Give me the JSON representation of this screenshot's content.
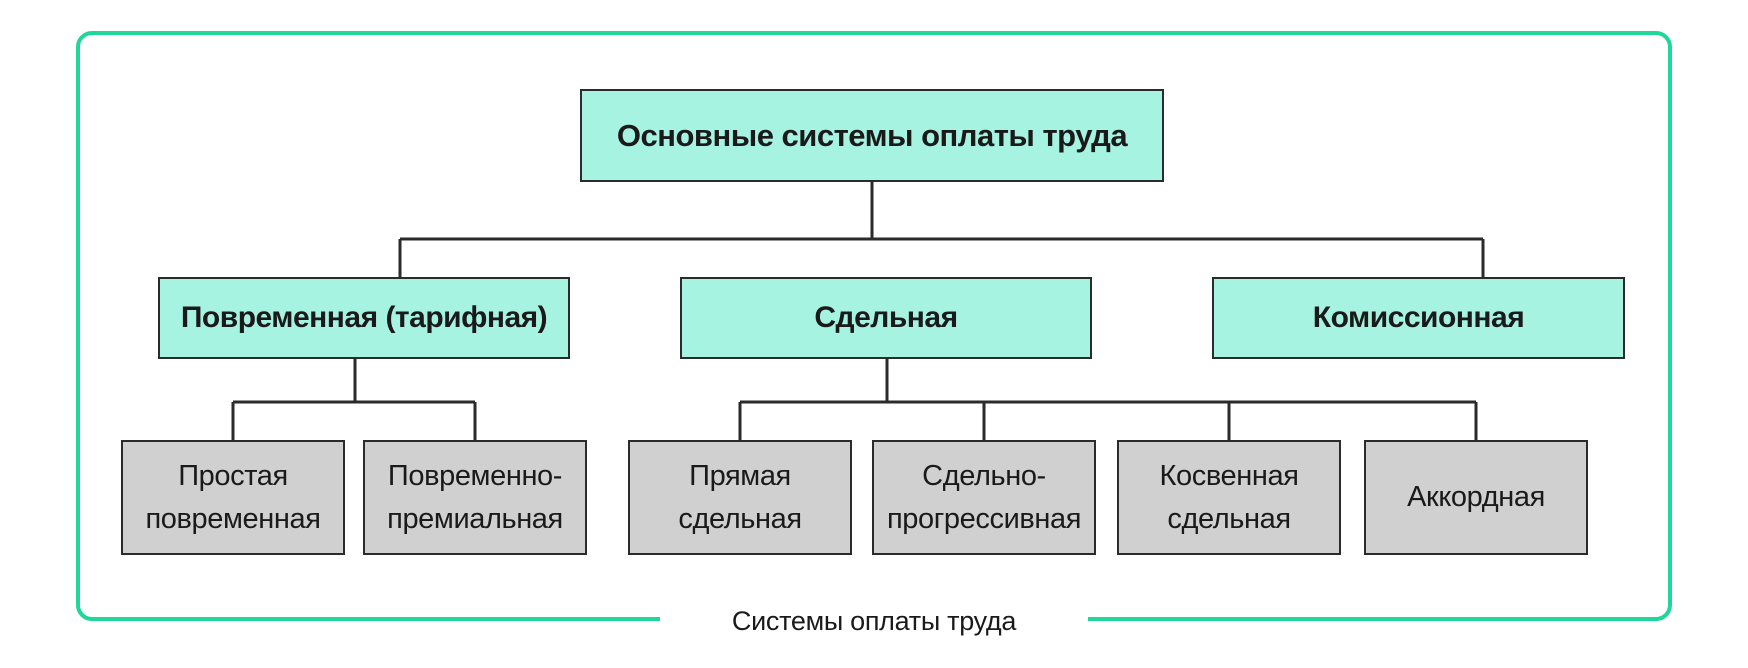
{
  "colors": {
    "frame": "#1fd69b",
    "category_fill": "#a6f3e1",
    "subtype_fill": "#d0d0d0",
    "border": "#2b2b2b",
    "connector": "#2b2b2b"
  },
  "diagram": {
    "root": {
      "label": "Основные системы оплаты труда"
    },
    "categories": [
      {
        "label": "Повременная (тарифная)",
        "children": [
          {
            "label": "Простая\nповременная"
          },
          {
            "label": "Повременно-\nпремиальная"
          }
        ]
      },
      {
        "label": "Сдельная",
        "children": [
          {
            "label": "Прямая\nсдельная"
          },
          {
            "label": "Сдельно-\nпрогрессивная"
          },
          {
            "label": "Косвенная\nсдельная"
          },
          {
            "label": "Аккордная"
          }
        ]
      },
      {
        "label": "Комиссионная",
        "children": []
      }
    ],
    "caption": "Системы оплаты труда"
  }
}
